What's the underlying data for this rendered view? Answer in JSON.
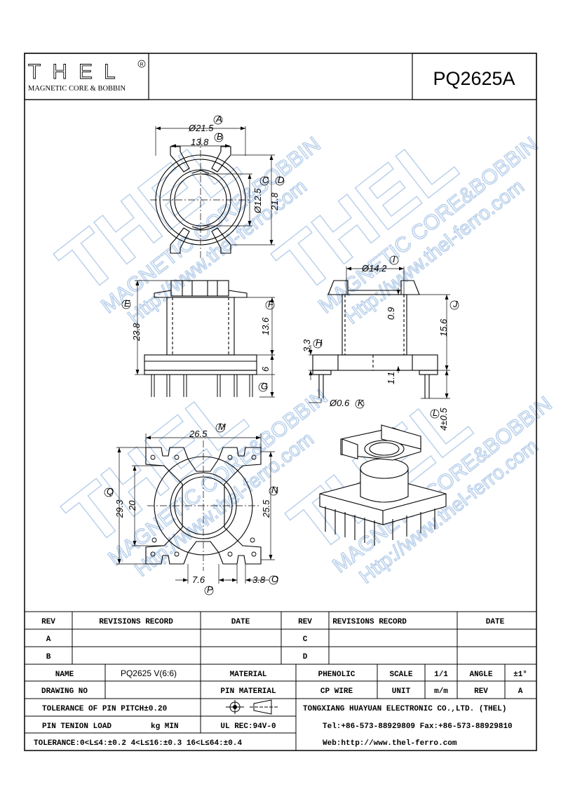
{
  "header": {
    "brand": "THEL",
    "registered": "R",
    "subtitle": "MAGNETIC CORE & BOBBIN",
    "part_number": "PQ2625A"
  },
  "watermark": {
    "brand": "THEL",
    "line1": "MAGNETIC CORE&BOBBIN",
    "line2": "Http://www.thel-ferro.com"
  },
  "dims": {
    "A": {
      "label": "A",
      "value": "Ø21.5"
    },
    "B": {
      "label": "B",
      "value": "13.8"
    },
    "C": {
      "label": "C",
      "value": "Ø12.5"
    },
    "D": {
      "label": "D",
      "value": "21.8"
    },
    "E": {
      "label": "E",
      "value": "23.8"
    },
    "F": {
      "label": "F",
      "value": "13.6"
    },
    "G": {
      "label": "G",
      "value": "6"
    },
    "H": {
      "label": "H",
      "value": "3.3"
    },
    "I": {
      "label": "I",
      "value": "Ø14.2"
    },
    "J": {
      "label": "J",
      "value": "15.6"
    },
    "K": {
      "label": "K",
      "value": "Ø0.6"
    },
    "L": {
      "label": "L",
      "value": "4±0.5"
    },
    "M": {
      "label": "M",
      "value": "26.5"
    },
    "N": {
      "label": "N",
      "value": "25.5"
    },
    "O": {
      "label": "O",
      "value": "3.8"
    },
    "P": {
      "label": "P",
      "value": "7.6"
    },
    "Q": {
      "label": "Q",
      "value": "29.3"
    },
    "inner20": "20",
    "wall": "0.9",
    "flange": "1.1"
  },
  "table": {
    "rev_header": "REV",
    "revisions_header": "REVISIONS RECORD",
    "date_header": "DATE",
    "rev_a": "A",
    "rev_b": "B",
    "rev_c": "C",
    "rev_d": "D",
    "name_label": "NAME",
    "name_value": "PQ2625 V(6:6)",
    "material_label": "MATERIAL",
    "material_value": "PHENOLIC",
    "scale_label": "SCALE",
    "scale_value": "1/1",
    "angle_label": "ANGLE",
    "angle_value": "±1°",
    "drawing_no_label": "DRAWING NO",
    "pin_material_label": "PIN MATERIAL",
    "pin_material_value": "CP WIRE",
    "unit_label": "UNIT",
    "unit_value": "m/m",
    "rev_label": "REV",
    "rev_value": "A",
    "tolerance_pitch": "TOLERANCE OF PIN PITCH±0.20",
    "pin_tension": "PIN TENION LOAD",
    "pin_tension_unit": "kg MIN",
    "ul_rec": "UL REC:94V-0",
    "tolerance": "TOLERANCE:0<L≤4:±0.2  4<L≤16:±0.3  16<L≤64:±0.4",
    "company": "TONGXIANG HUAYUAN ELECTRONIC CO.,LTD.  (THEL)",
    "tel": "Tel:+86-573-88929809 Fax:+86-573-88929810",
    "web": "Web:http://www.thel-ferro.com"
  }
}
